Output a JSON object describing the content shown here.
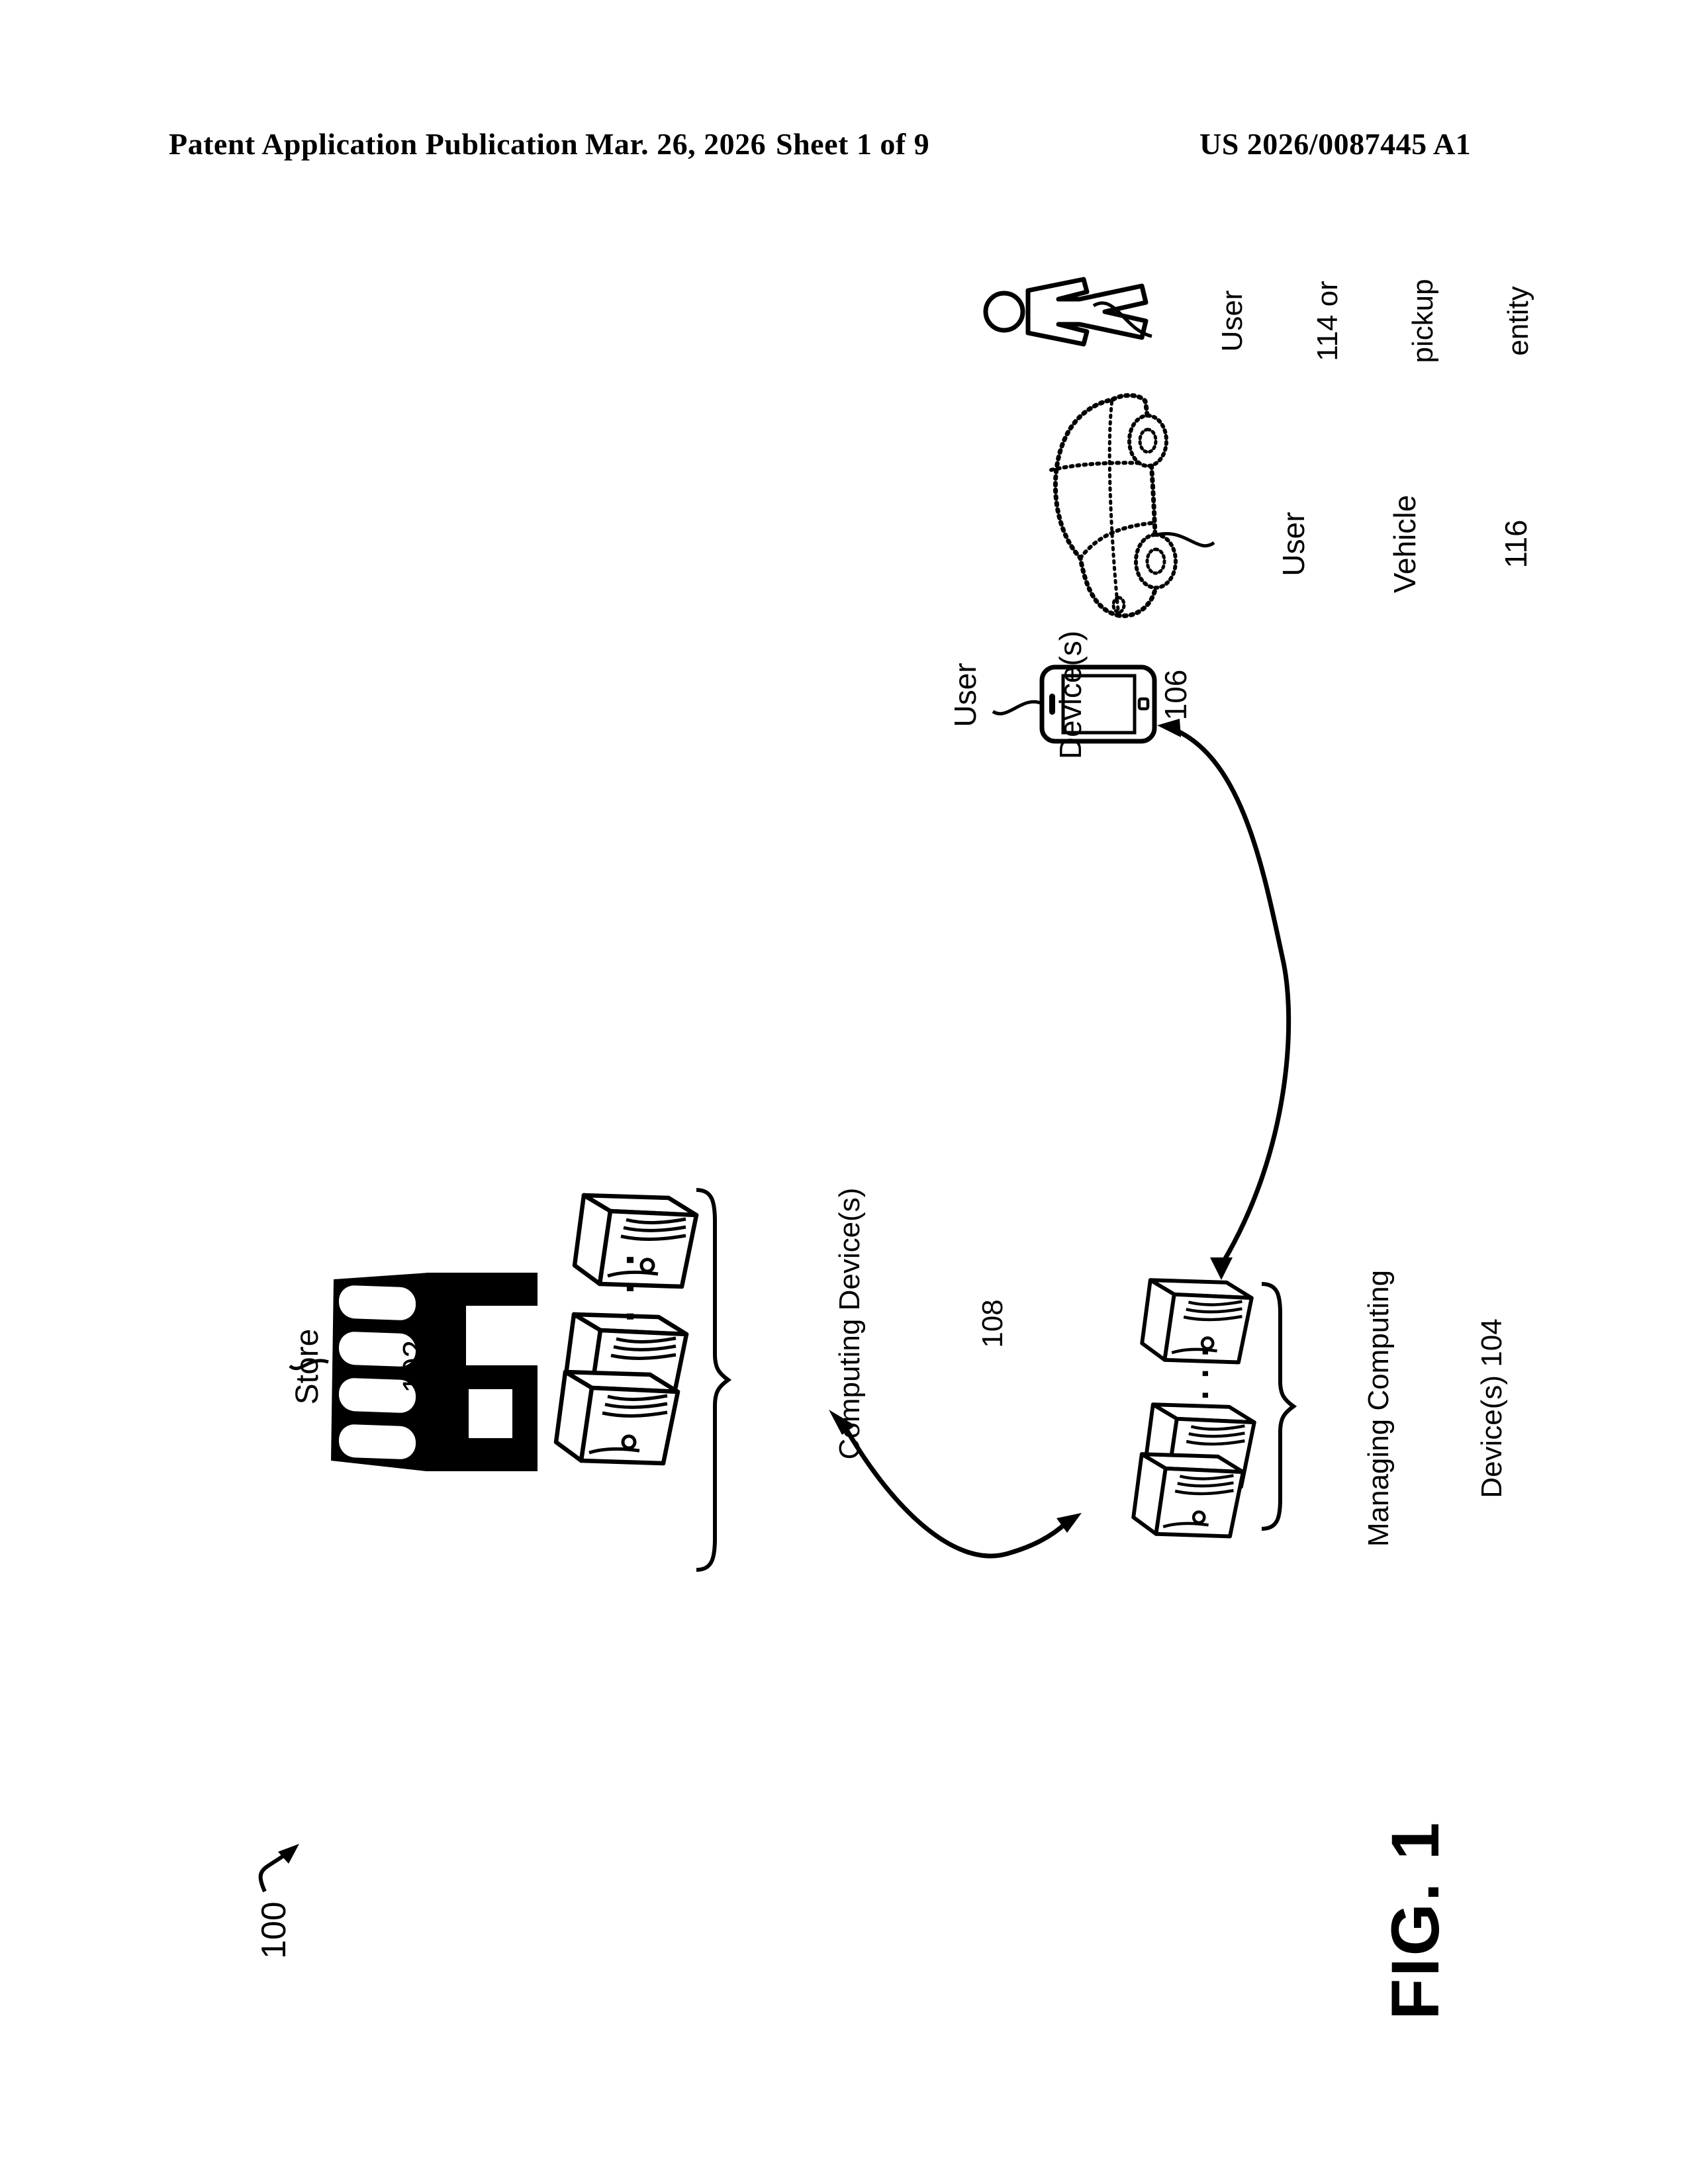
{
  "document_type": "patent-drawing-sheet",
  "colors": {
    "ink": "#000000",
    "paper": "#ffffff"
  },
  "header": {
    "publication": "Patent Application Publication",
    "date": "Mar. 26, 2026",
    "sheet": "Sheet 1 of 9",
    "patent_number": "US 2026/0087445 A1"
  },
  "figure": {
    "figure_label": "FIG. 1",
    "system_reference_number": "100",
    "ellipsis": "...",
    "labels": {
      "store": {
        "lines": [
          "Store",
          "102"
        ]
      },
      "computing_devices": {
        "lines": [
          "Computing Device(s)",
          "108"
        ]
      },
      "managing_devices": {
        "lines": [
          "Managing Computing",
          "Device(s) 104"
        ]
      },
      "user_device": {
        "lines": [
          "User",
          "Device(s)",
          "106"
        ]
      },
      "user_vehicle": {
        "lines": [
          "User",
          "Vehicle",
          "116"
        ]
      },
      "user_person": {
        "lines": [
          "User",
          "114 or",
          "pickup",
          "entity"
        ]
      }
    },
    "icons": [
      "storefront-icon",
      "server-box-icon",
      "curly-brace-icon",
      "smartphone-icon",
      "car-icon",
      "person-icon",
      "double-headed-arrow",
      "reference-arrow",
      "leader-line"
    ]
  }
}
